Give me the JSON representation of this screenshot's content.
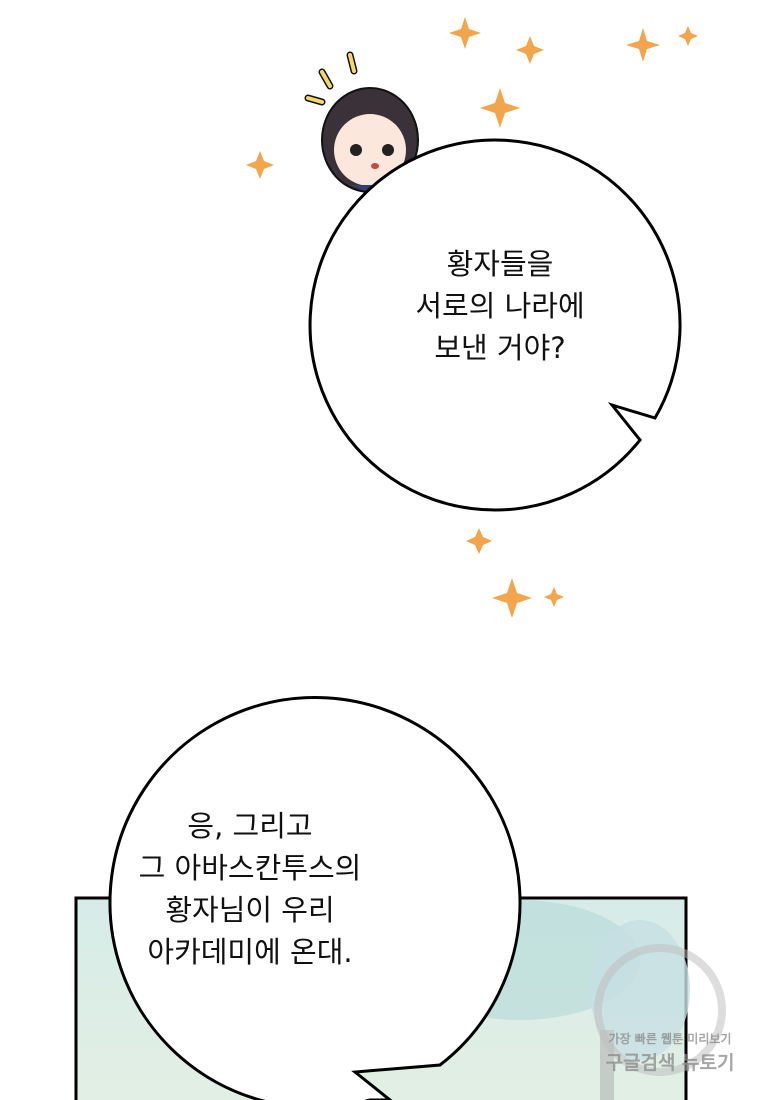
{
  "bubble1": {
    "lines": [
      "황자들을",
      "서로의 나라에",
      "보낸 거야?"
    ]
  },
  "bubble2": {
    "lines": [
      "응, 그리고",
      "그 아바스칸투스의",
      "황자님이 우리",
      "아카데미에 온대."
    ]
  },
  "watermark": {
    "line1": "가장 빠른 웹툰 미리보기",
    "line2": "구글검색 뉴토기"
  },
  "colors": {
    "sparkle": "#f2a54a",
    "panel_bg": "#cfe7e2"
  }
}
